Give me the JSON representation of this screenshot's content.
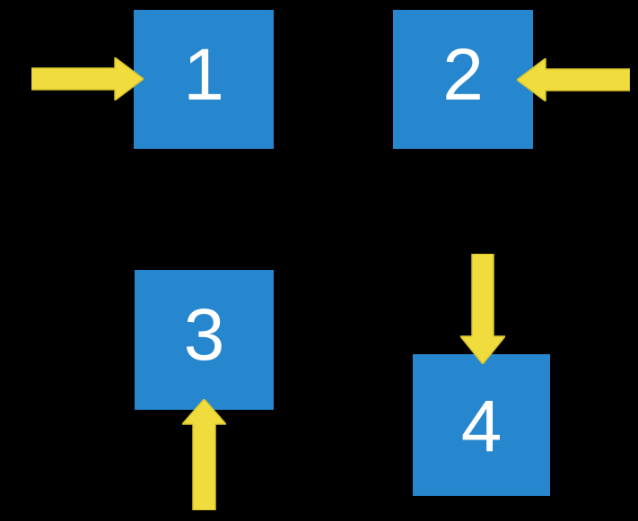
{
  "diagram": {
    "description": "Four numbered squares each pointed at by an arrow",
    "background_color": "#000000",
    "colors": {
      "square_fill": "#2787CE",
      "arrow_fill": "#F0DC3D",
      "arrow_edge": "#D8C32C",
      "number_text": "#FFFFFF"
    },
    "cells": [
      {
        "label": "1",
        "arrow_icon": "arrow-right-icon",
        "arrow_points_from": "left"
      },
      {
        "label": "2",
        "arrow_icon": "arrow-left-icon",
        "arrow_points_from": "right"
      },
      {
        "label": "3",
        "arrow_icon": "arrow-up-icon",
        "arrow_points_from": "below"
      },
      {
        "label": "4",
        "arrow_icon": "arrow-down-icon",
        "arrow_points_from": "above"
      }
    ]
  }
}
